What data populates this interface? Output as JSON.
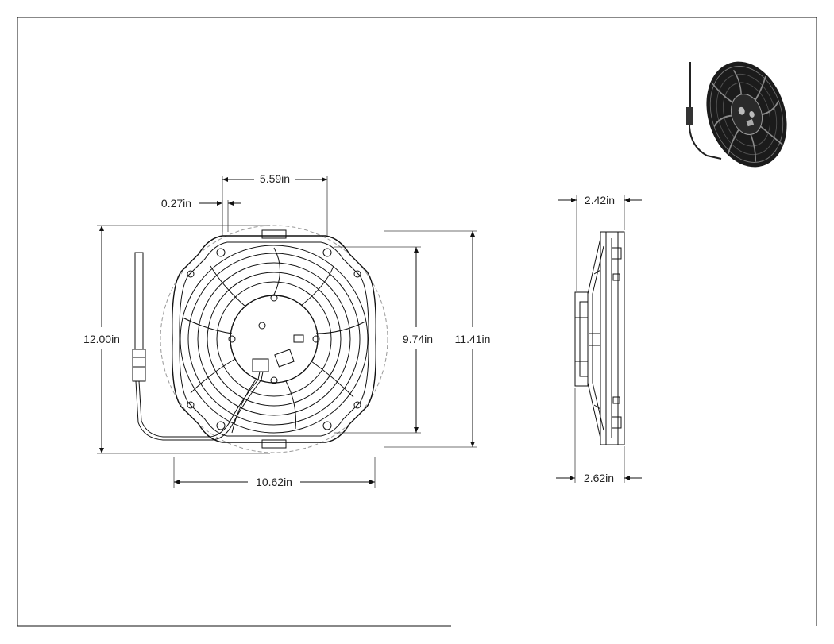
{
  "drawing": {
    "dimensions": {
      "top_width": "5.59in",
      "offset": "0.27in",
      "overall_height": "12.00in",
      "shroud_height": "9.74in",
      "body_height": "11.41in",
      "overall_width": "10.62in",
      "side_depth_top": "2.42in",
      "side_depth_bottom": "2.62in"
    },
    "views": [
      "front-view",
      "side-view",
      "isometric-preview"
    ]
  }
}
